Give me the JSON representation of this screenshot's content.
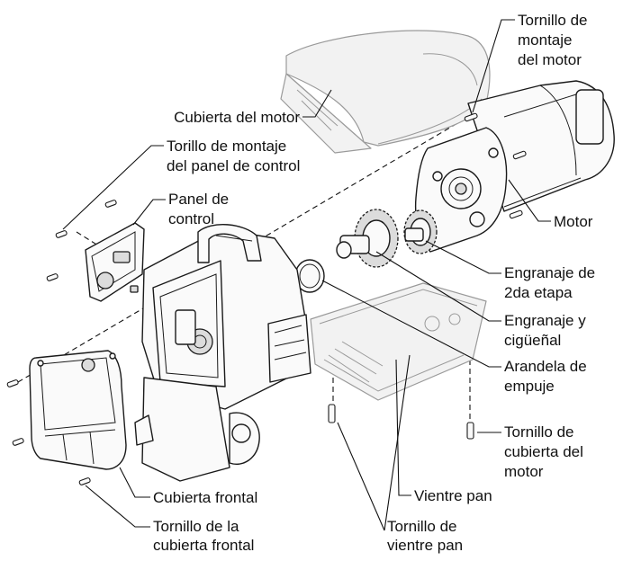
{
  "labels": {
    "motor_screw_l1": "Tornillo de",
    "motor_screw_l2": "montaje",
    "motor_screw_l3": "del motor",
    "motor_cover": "Cubierta del motor",
    "panel_screw_l1": "Torillo de montaje",
    "panel_screw_l2": "del panel de control",
    "panel_l1": "Panel de",
    "panel_l2": "control",
    "motor": "Motor",
    "gear2_l1": "Engranaje de",
    "gear2_l2": "2da etapa",
    "crank_l1": "Engranaje y",
    "crank_l2": "cigüeñal",
    "washer_l1": "Arandela de",
    "washer_l2": "empuje",
    "cover_screw_l1": "Tornillo de",
    "cover_screw_l2": "cubierta del",
    "cover_screw_l3": "motor",
    "belly_pan": "Vientre pan",
    "front_cover": "Cubierta frontal",
    "front_screw_l1": "Tornillo de la",
    "front_screw_l2": "cubierta frontal",
    "pan_screw_l1": "Tornillo de",
    "pan_screw_l2": "vientre pan"
  },
  "icons": [
    "exploded-assembly-diagram"
  ]
}
